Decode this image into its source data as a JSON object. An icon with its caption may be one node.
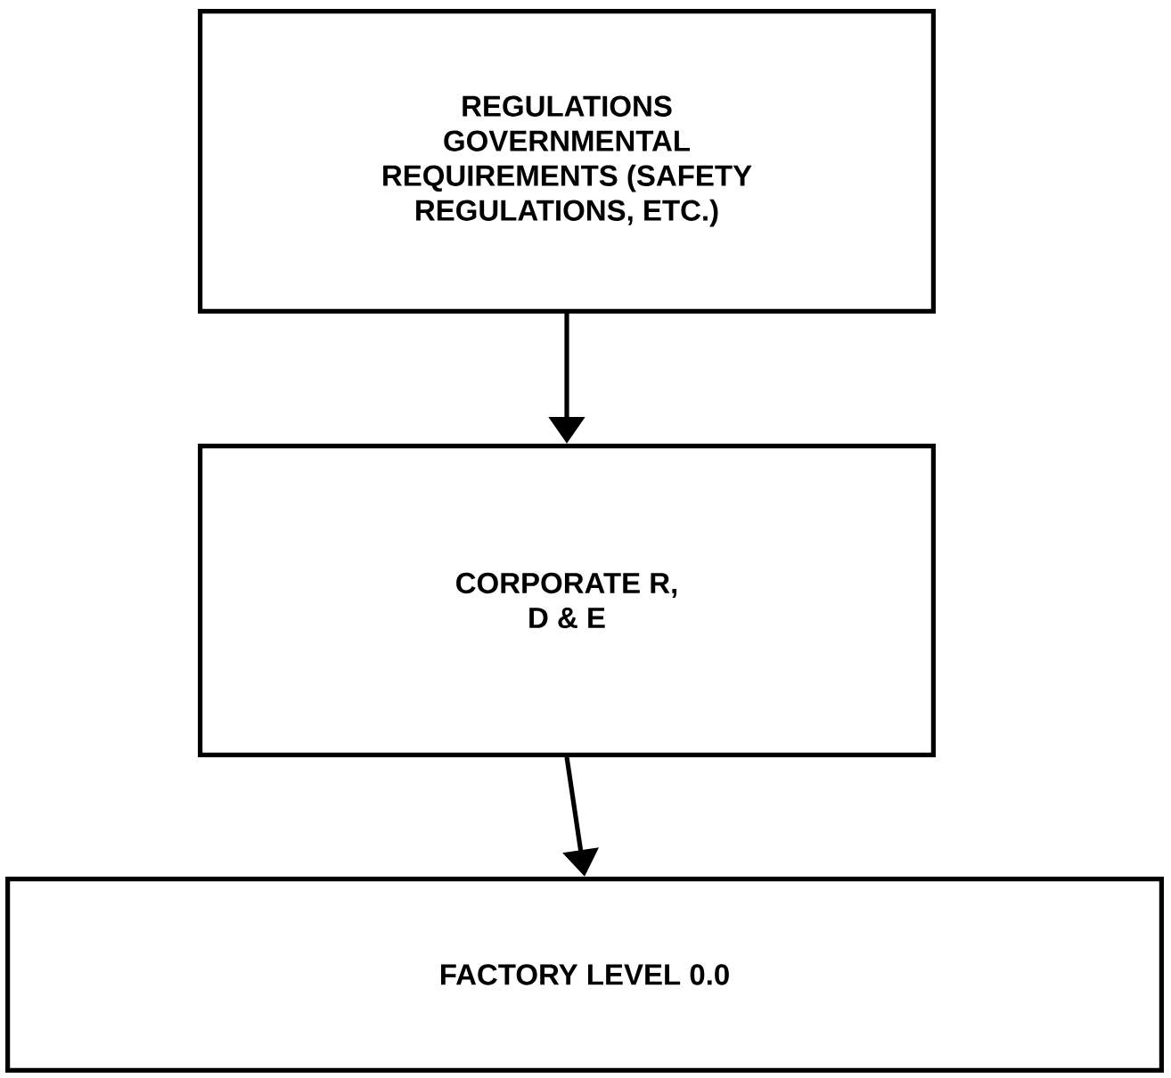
{
  "diagram": {
    "nodes": [
      {
        "text": [
          "REGULATIONS GOVERNMENTAL REQUIREMENTS (SAFETY REGULATIONS, ETC.)"
        ]
      },
      {
        "text": [
          "CORPORATE R, D & E"
        ]
      },
      {
        "text": [
          "FACTORY LEVEL 0.0"
        ]
      }
    ],
    "edges": [
      {
        "from": 0,
        "to": 1,
        "arrow": "to"
      },
      {
        "from": 1,
        "to": 2,
        "arrow": "to"
      }
    ]
  }
}
